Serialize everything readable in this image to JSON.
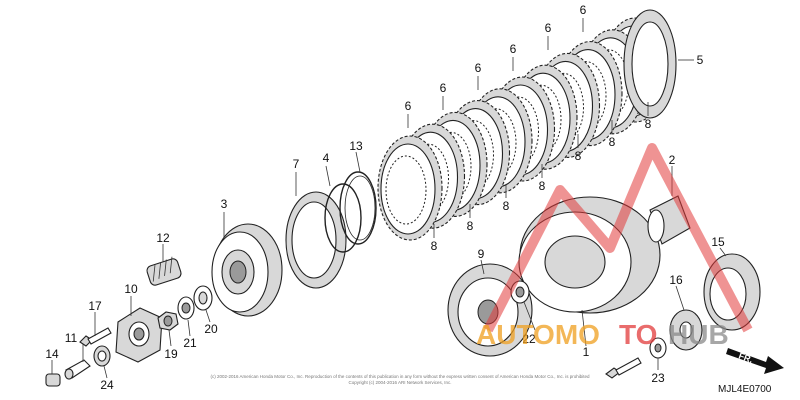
{
  "diagram": {
    "part_callouts": [
      "1",
      "2",
      "3",
      "4",
      "5",
      "6",
      "7",
      "8",
      "9",
      "10",
      "11",
      "12",
      "13",
      "14",
      "15",
      "16",
      "17",
      "19",
      "20",
      "21",
      "22",
      "23",
      "24"
    ],
    "repeat_labels": {
      "friction_disc": "6",
      "clutch_plate": "8"
    },
    "diagram_code": "MJL4E0700",
    "direction_label": "FR.",
    "copyright": "(c) 2002-2016 American Honda Motor Co., Inc. Reproduction of the contents of this publication in any form without the express written consent of American Honda Motor Co., Inc. is prohibited",
    "copyright_line2": "Copyright (c) 2004-2016 ARI Network Services, Inc."
  },
  "watermark": {
    "text_part1": "AUTOMO",
    "text_part2": "TO",
    "text_part3": "HUB",
    "colors": {
      "logo_red": "#e23b3b",
      "text_orange": "#f0a020",
      "text_gray": "#8a8a8a"
    }
  }
}
